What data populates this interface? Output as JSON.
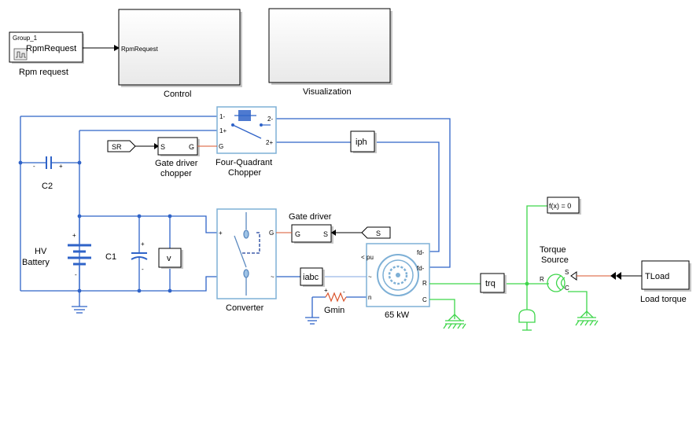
{
  "blocks": {
    "rpm_request": {
      "badge": "Group_1",
      "port": "RpmRequest",
      "caption": "Rpm request"
    },
    "control": {
      "inport": "RpmRequest",
      "caption": "Control"
    },
    "visualization": {
      "caption": "Visualization"
    },
    "chopper": {
      "p1m": "1-",
      "p1p": "1+",
      "p2m": "2-",
      "p2p": "2+",
      "g": "G",
      "caption1": "Four-Quadrant",
      "caption2": "Chopper"
    },
    "gate_chopper": {
      "s": "S",
      "g": "G",
      "caption1": "Gate driver",
      "caption2": "chopper"
    },
    "sr_goto": {
      "label": "SR"
    },
    "c2": {
      "label": "C2",
      "minus": "-",
      "plus": "+"
    },
    "c1": {
      "label": "C1",
      "plus": "+",
      "minus": "-"
    },
    "battery": {
      "label1": "HV",
      "label2": "Battery",
      "plus": "+",
      "minus": "-"
    },
    "voltage_sensor": {
      "label": "v"
    },
    "converter": {
      "caption": "Converter",
      "g": "G"
    },
    "gate_driver": {
      "caption": "Gate driver",
      "g": "G",
      "s": "S"
    },
    "s_from": {
      "label": "S"
    },
    "iph": {
      "label": "iph"
    },
    "iabc": {
      "label": "iabc"
    },
    "machine": {
      "caption": "65 kW",
      "pu": "pu",
      "fd1": "fd-",
      "fd2": "fd-",
      "r": "R",
      "c": "C",
      "n": "n"
    },
    "gmin": {
      "caption": "Gmin",
      "plus": "+",
      "minus": "-"
    },
    "trq": {
      "label": "trq"
    },
    "solver": {
      "label": "f(x) = 0"
    },
    "torque_source": {
      "caption1": "Torque",
      "caption2": "Source",
      "r": "R",
      "s": "S",
      "c": "C"
    },
    "tload": {
      "label": "TLoad",
      "caption": "Load torque"
    }
  },
  "colors": {
    "electrical": "#2f63c8",
    "mechanical": "#3dd64a",
    "physical_signal": "#d9542c",
    "block_border": "#000000",
    "subsystem_fill": "#f0f0f0"
  }
}
